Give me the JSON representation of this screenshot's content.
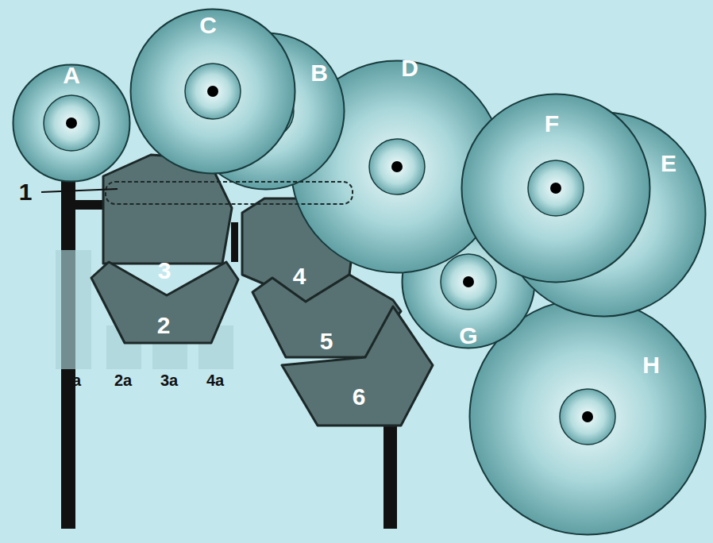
{
  "diagram": {
    "nodes": [
      {
        "text": [
          "A"
        ]
      },
      {
        "text": [
          "C"
        ]
      },
      {
        "text": [
          "B"
        ]
      },
      {
        "text": [
          "D"
        ]
      },
      {
        "text": [
          "F"
        ]
      },
      {
        "text": [
          "E"
        ]
      },
      {
        "text": [
          "G"
        ]
      },
      {
        "text": [
          "H"
        ]
      },
      {
        "text": [
          "1"
        ]
      },
      {
        "text": [
          "3"
        ]
      },
      {
        "text": [
          "2"
        ]
      },
      {
        "text": [
          "4"
        ]
      },
      {
        "text": [
          "5"
        ]
      },
      {
        "text": [
          "6"
        ]
      },
      {
        "text": [
          "1a"
        ]
      },
      {
        "text": [
          "2a"
        ]
      },
      {
        "text": [
          "3a"
        ]
      },
      {
        "text": [
          "4a"
        ]
      }
    ]
  }
}
